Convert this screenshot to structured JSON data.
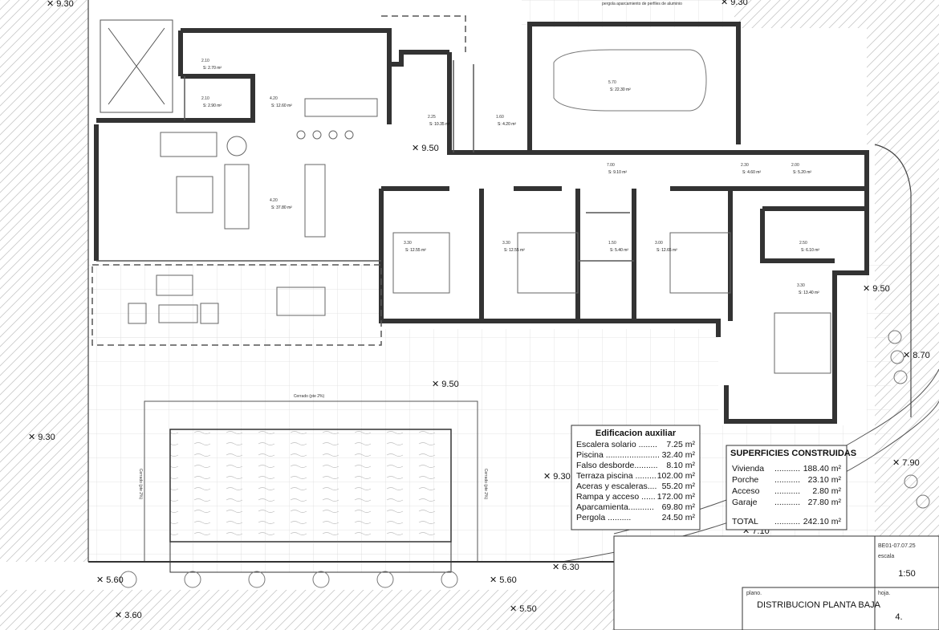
{
  "pergola_note": "pergola aparcamiento de perfiles de aluminio",
  "levels": [
    "9.30",
    "9.30",
    "9.50",
    "9.50",
    "9.50",
    "9.30",
    "9.30",
    "8.70",
    "7.90",
    "7.10",
    "6.30",
    "5.60",
    "5.60",
    "5.50",
    "3.60"
  ],
  "rooms": [
    {
      "area": "S: 2.70 m²",
      "dim": "2.10"
    },
    {
      "area": "S: 2.90 m²",
      "dim": "2.10"
    },
    {
      "area": "S: 12.60 m²",
      "dim": "4.20"
    },
    {
      "area": "S: 10.35 m²",
      "dim": "2.25"
    },
    {
      "area": "S: 4.20 m²",
      "dim": "1.60"
    },
    {
      "area": "S: 22.30 m²",
      "dim": "5.70"
    },
    {
      "area": "S: 37.80 m²",
      "dim": "4.20"
    },
    {
      "area": "S: 9.10 m²",
      "dim": "7.00"
    },
    {
      "area": "S: 4.60 m²",
      "dim": "2.30"
    },
    {
      "area": "S: 5.20 m²",
      "dim": "2.00"
    },
    {
      "area": "S: 12.55 m²",
      "dim": "3.30"
    },
    {
      "area": "S: 12.55 m²",
      "dim": "3.30"
    },
    {
      "area": "S: 5.40 m²",
      "dim": "1.50"
    },
    {
      "area": "S: 12.65 m²",
      "dim": "3.00"
    },
    {
      "area": "S: 6.10 m²",
      "dim": "2.50"
    },
    {
      "area": "S: 13.40 m²",
      "dim": "3.30"
    }
  ],
  "slope_notes": [
    "Cerrado (pte 2%)",
    "Cerrado (pte 2%)",
    "Cerrado (pte 2%)"
  ],
  "aux_table": {
    "title": "Edificacion auxiliar",
    "rows": [
      {
        "label": "Escalera solario ........",
        "value": "7.25 m²"
      },
      {
        "label": "Piscina .......................",
        "value": "32.40 m²"
      },
      {
        "label": "Falso desborde..........",
        "value": "8.10 m²"
      },
      {
        "label": "Terraza piscina .........",
        "value": "102.00 m²"
      },
      {
        "label": "Aceras y escaleras....",
        "value": "55.20 m²"
      },
      {
        "label": "Rampa y acceso ......",
        "value": "172.00 m²"
      },
      {
        "label": "Aparcamienta...........",
        "value": "69.80 m²"
      },
      {
        "label": "Pergola            ..........",
        "value": "24.50 m²"
      }
    ]
  },
  "built_table": {
    "title": "SUPERFICIES CONSTRUIDAS",
    "rows": [
      {
        "label": "Vivienda",
        "dots": "...........",
        "value": "188.40 m²"
      },
      {
        "label": "Porche",
        "dots": "...........",
        "value": "23.10 m²"
      },
      {
        "label": "Acceso",
        "dots": "...........",
        "value": "2.80 m²"
      },
      {
        "label": "Garaje",
        "dots": "...........",
        "value": "27.80 m²"
      }
    ],
    "total_label": "TOTAL",
    "total_dots": "...........",
    "total_value": "242.10 m²"
  },
  "cartouche": {
    "code": "BE01-07.07.25",
    "scale_label": "escala",
    "scale": "1:50",
    "plan_label": "plano.",
    "plan_title": "DISTRIBUCION PLANTA BAJA",
    "sheet_label": "hoja.",
    "sheet": "4."
  }
}
